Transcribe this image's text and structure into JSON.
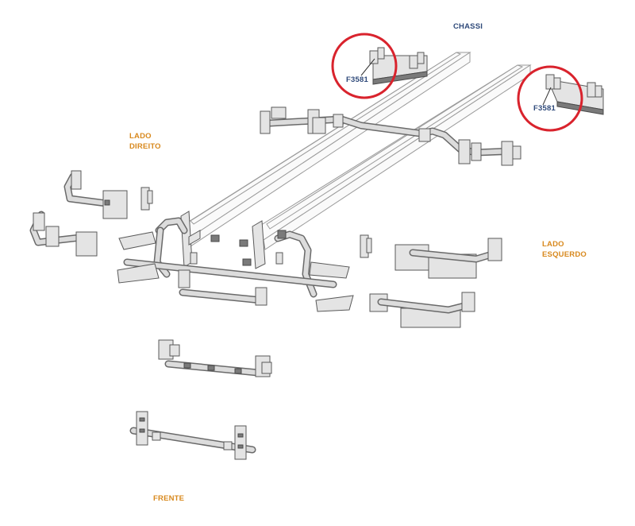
{
  "labels": {
    "chassi": "CHASSI",
    "lado_direito_1": "LADO",
    "lado_direito_2": "DIREITO",
    "lado_esquerdo_1": "LADO",
    "lado_esquerdo_2": "ESQUERDO",
    "frente": "FRENTE",
    "part_code_left": "F3581",
    "part_code_right": "F3581"
  },
  "colors": {
    "side_label": "#d8891e",
    "code_label": "#2f4a7a",
    "highlight_circle": "#d9232d"
  }
}
